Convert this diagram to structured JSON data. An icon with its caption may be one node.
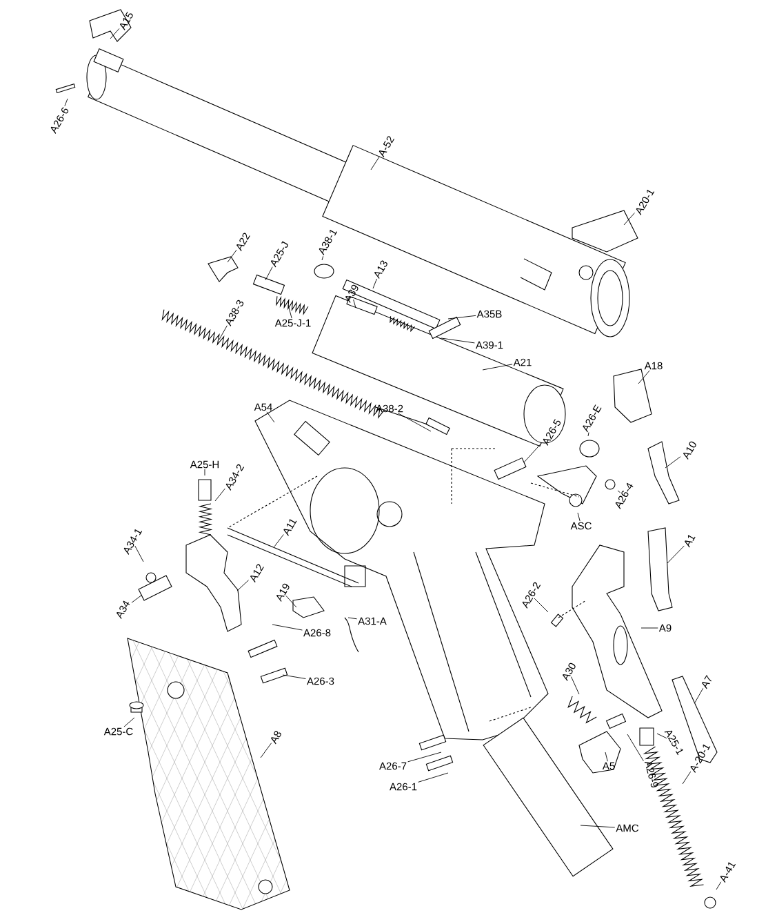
{
  "diagram": {
    "nodes": [
      {
        "text": [
          "A15"
        ]
      },
      {
        "text": [
          "A26-6"
        ]
      },
      {
        "text": [
          "A-52"
        ]
      },
      {
        "text": [
          "A20-1"
        ]
      },
      {
        "text": [
          "A22"
        ]
      },
      {
        "text": [
          "A25-J"
        ]
      },
      {
        "text": [
          "A38-1"
        ]
      },
      {
        "text": [
          "A13"
        ]
      },
      {
        "text": [
          "A39"
        ]
      },
      {
        "text": [
          "A25-J-1"
        ]
      },
      {
        "text": [
          "A38-3"
        ]
      },
      {
        "text": [
          "A35B"
        ]
      },
      {
        "text": [
          "A39-1"
        ]
      },
      {
        "text": [
          "A21"
        ]
      },
      {
        "text": [
          "A18"
        ]
      },
      {
        "text": [
          "A54"
        ]
      },
      {
        "text": [
          "A38-2"
        ]
      },
      {
        "text": [
          "A26-5"
        ]
      },
      {
        "text": [
          "A26-E"
        ]
      },
      {
        "text": [
          "A10"
        ]
      },
      {
        "text": [
          "A25-H"
        ]
      },
      {
        "text": [
          "A34-2"
        ]
      },
      {
        "text": [
          "A26-4"
        ]
      },
      {
        "text": [
          "A11"
        ]
      },
      {
        "text": [
          "ASC"
        ]
      },
      {
        "text": [
          "A1"
        ]
      },
      {
        "text": [
          "A34-1"
        ]
      },
      {
        "text": [
          "A12"
        ]
      },
      {
        "text": [
          "A19"
        ]
      },
      {
        "text": [
          "A26-2"
        ]
      },
      {
        "text": [
          "A34"
        ]
      },
      {
        "text": [
          "A31-A"
        ]
      },
      {
        "text": [
          "A26-8"
        ]
      },
      {
        "text": [
          "A9"
        ]
      },
      {
        "text": [
          "A26-3"
        ]
      },
      {
        "text": [
          "A30"
        ]
      },
      {
        "text": [
          "A7"
        ]
      },
      {
        "text": [
          "A25-C"
        ]
      },
      {
        "text": [
          "A8"
        ]
      },
      {
        "text": [
          "A25-1"
        ]
      },
      {
        "text": [
          "A26-9"
        ]
      },
      {
        "text": [
          "A-20-1"
        ]
      },
      {
        "text": [
          "A26-7"
        ]
      },
      {
        "text": [
          "A26-1"
        ]
      },
      {
        "text": [
          "A5"
        ]
      },
      {
        "text": [
          "AMC"
        ]
      },
      {
        "text": [
          "A-41"
        ]
      }
    ],
    "edges": [
      {
        "from": 0,
        "to": null,
        "arrow": "none"
      },
      {
        "from": 1,
        "to": null,
        "arrow": "none"
      },
      {
        "from": 2,
        "to": null,
        "arrow": "none"
      },
      {
        "from": 3,
        "to": null,
        "arrow": "none"
      },
      {
        "from": 4,
        "to": null,
        "arrow": "none"
      },
      {
        "from": 5,
        "to": null,
        "arrow": "none"
      },
      {
        "from": 6,
        "to": null,
        "arrow": "none"
      },
      {
        "from": 7,
        "to": null,
        "arrow": "none"
      },
      {
        "from": 8,
        "to": null,
        "arrow": "none"
      },
      {
        "from": 9,
        "to": null,
        "arrow": "none"
      },
      {
        "from": 10,
        "to": null,
        "arrow": "none"
      },
      {
        "from": 11,
        "to": null,
        "arrow": "none"
      },
      {
        "from": 12,
        "to": null,
        "arrow": "none"
      },
      {
        "from": 13,
        "to": null,
        "arrow": "none"
      },
      {
        "from": 14,
        "to": null,
        "arrow": "none"
      },
      {
        "from": 15,
        "to": null,
        "arrow": "none"
      },
      {
        "from": 16,
        "to": null,
        "arrow": "none"
      },
      {
        "from": 17,
        "to": null,
        "arrow": "none"
      },
      {
        "from": 18,
        "to": null,
        "arrow": "none"
      },
      {
        "from": 19,
        "to": null,
        "arrow": "none"
      },
      {
        "from": 20,
        "to": null,
        "arrow": "none"
      },
      {
        "from": 21,
        "to": null,
        "arrow": "none"
      },
      {
        "from": 22,
        "to": null,
        "arrow": "none"
      },
      {
        "from": 23,
        "to": null,
        "arrow": "none"
      },
      {
        "from": 24,
        "to": null,
        "arrow": "none"
      },
      {
        "from": 25,
        "to": null,
        "arrow": "none"
      },
      {
        "from": 26,
        "to": null,
        "arrow": "none"
      },
      {
        "from": 27,
        "to": null,
        "arrow": "none"
      },
      {
        "from": 28,
        "to": null,
        "arrow": "none"
      },
      {
        "from": 29,
        "to": null,
        "arrow": "none"
      },
      {
        "from": 30,
        "to": null,
        "arrow": "none"
      },
      {
        "from": 31,
        "to": null,
        "arrow": "none"
      },
      {
        "from": 32,
        "to": null,
        "arrow": "none"
      },
      {
        "from": 33,
        "to": null,
        "arrow": "none"
      },
      {
        "from": 34,
        "to": null,
        "arrow": "none"
      },
      {
        "from": 35,
        "to": null,
        "arrow": "none"
      },
      {
        "from": 36,
        "to": null,
        "arrow": "none"
      },
      {
        "from": 37,
        "to": null,
        "arrow": "none"
      },
      {
        "from": 38,
        "to": null,
        "arrow": "none"
      },
      {
        "from": 39,
        "to": null,
        "arrow": "none"
      },
      {
        "from": 40,
        "to": null,
        "arrow": "none"
      },
      {
        "from": 41,
        "to": null,
        "arrow": "none"
      },
      {
        "from": 42,
        "to": null,
        "arrow": "none"
      },
      {
        "from": 43,
        "to": null,
        "arrow": "none"
      },
      {
        "from": 44,
        "to": null,
        "arrow": "none"
      },
      {
        "from": 45,
        "to": null,
        "arrow": "none"
      },
      {
        "from": 46,
        "to": null,
        "arrow": "none"
      }
    ]
  }
}
